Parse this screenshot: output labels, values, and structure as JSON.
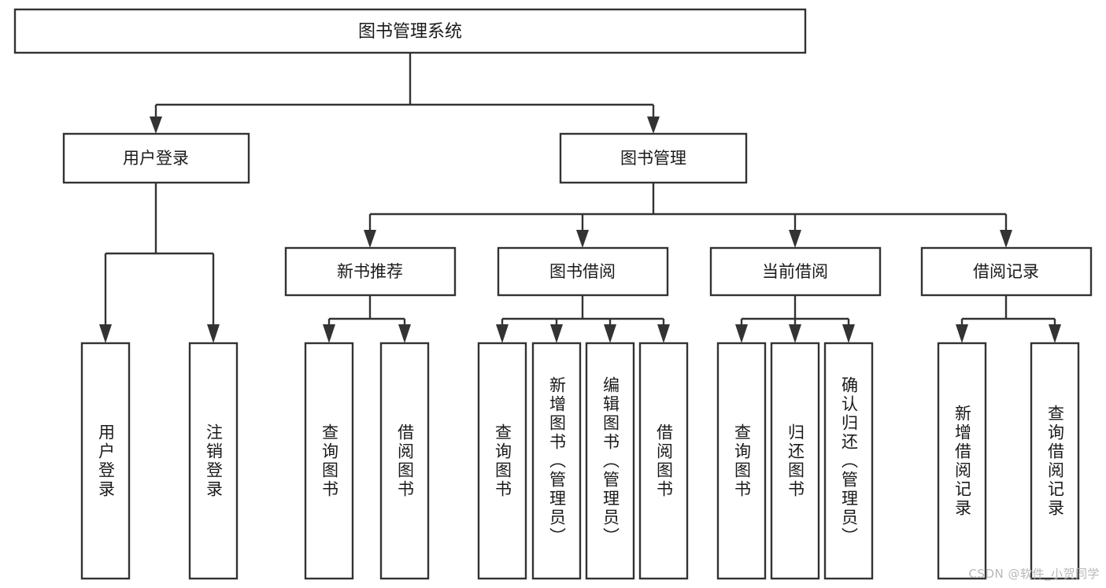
{
  "diagram": {
    "type": "tree",
    "orientation": "top-down",
    "title": "图书管理系统",
    "colors": {
      "box_stroke": "#333333",
      "box_fill": "#ffffff",
      "text": "#1a1a1a",
      "background": "#ffffff",
      "watermark": "#b8b8b8"
    },
    "root": {
      "label": "图书管理系统"
    },
    "level2": [
      {
        "label": "用户登录"
      },
      {
        "label": "图书管理"
      }
    ],
    "level3": [
      {
        "label": "新书推荐"
      },
      {
        "label": "图书借阅"
      },
      {
        "label": "当前借阅"
      },
      {
        "label": "借阅记录"
      }
    ],
    "leaves": {
      "user_login": [
        {
          "label": "用户登录"
        },
        {
          "label": "注销登录"
        }
      ],
      "new_book_recommend": [
        {
          "label": "查询图书"
        },
        {
          "label": "借阅图书"
        }
      ],
      "book_borrow": [
        {
          "label": "查询图书"
        },
        {
          "label": "新增图书（管理员）"
        },
        {
          "label": "编辑图书（管理员）"
        },
        {
          "label": "借阅图书"
        }
      ],
      "current_borrow": [
        {
          "label": "查询图书"
        },
        {
          "label": "归还图书"
        },
        {
          "label": "确认归还（管理员）"
        }
      ],
      "borrow_record": [
        {
          "label": "新增借阅记录"
        },
        {
          "label": "查询借阅记录"
        }
      ]
    }
  },
  "watermark": {
    "text": "CSDN @软件_小贺同学"
  }
}
